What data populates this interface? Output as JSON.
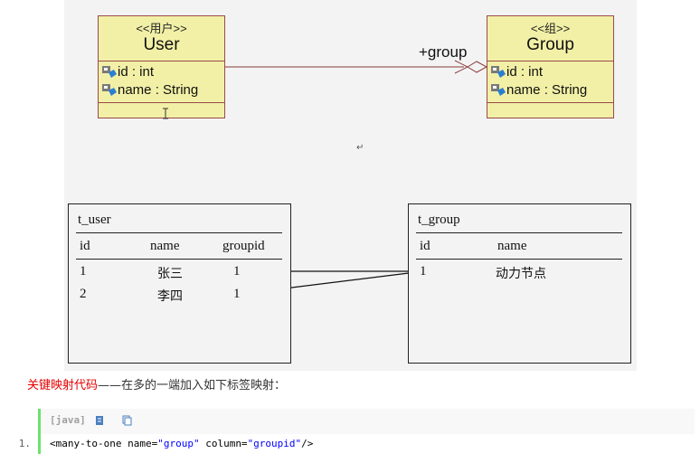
{
  "uml": {
    "user": {
      "stereotype": "<<用户>>",
      "name": "User",
      "attributes": [
        "id : int",
        "name : String"
      ]
    },
    "group": {
      "stereotype": "<<组>>",
      "name": "Group",
      "attributes": [
        "id : int",
        "name : String"
      ]
    },
    "association_role": "+group"
  },
  "tables": {
    "t_user": {
      "title": "t_user",
      "columns": [
        "id",
        "name",
        "groupid"
      ],
      "rows": [
        [
          "1",
          "张三",
          "1"
        ],
        [
          "2",
          "李四",
          "1"
        ]
      ]
    },
    "t_group": {
      "title": "t_group",
      "columns": [
        "id",
        "name"
      ],
      "rows": [
        [
          "1",
          "动力节点"
        ]
      ]
    }
  },
  "caption": {
    "highlight": "关键映射代码",
    "rest": "——在多的一端加入如下标签映射："
  },
  "code": {
    "language": "[java]",
    "line_number": "1.",
    "tag_open": "<many-to-one name=",
    "name_value": "\"group\"",
    "column_attr": " column=",
    "column_value": "\"groupid\"",
    "tag_close": "/>"
  },
  "colors": {
    "class_fill": "#f2f0a6",
    "class_border": "#9a4a4a",
    "caption_key": "#e60000",
    "code_bar": "#6ce26c",
    "code_string": "#0000ff"
  }
}
